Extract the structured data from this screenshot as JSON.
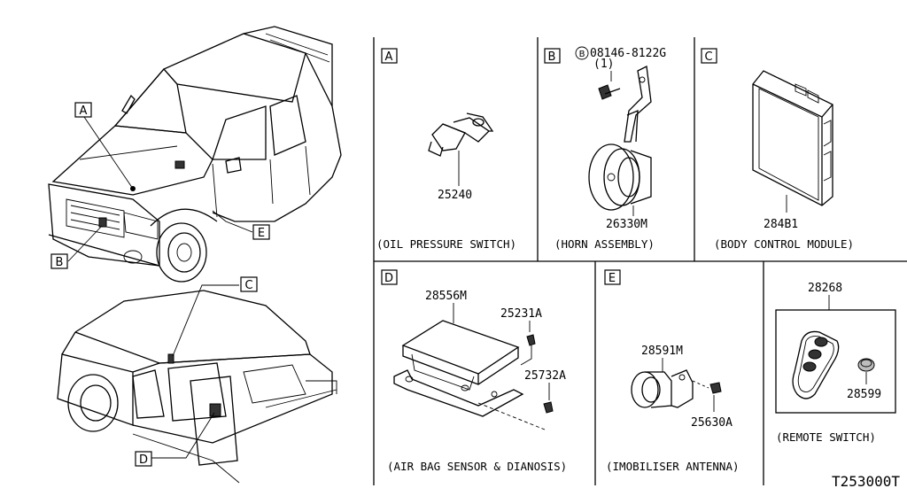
{
  "callouts": {
    "a": "A",
    "b": "B",
    "c": "C",
    "d": "D",
    "e": "E"
  },
  "panels": {
    "a": {
      "letter": "A",
      "part_number": "25240",
      "caption": "(OIL PRESSURE SWITCH)"
    },
    "b": {
      "letter": "B",
      "part_number": "26330M",
      "bolt_number": "08146-8122G",
      "bolt_qty": "(1)",
      "bolt_symbol": "B",
      "caption": "(HORN ASSEMBLY)"
    },
    "c": {
      "letter": "C",
      "part_number": "284B1",
      "caption": "(BODY CONTROL MODULE)"
    },
    "d": {
      "letter": "D",
      "part_main": "28556M",
      "part_bolt": "25231A",
      "part_bracket": "25732A",
      "caption": "(AIR BAG SENSOR & DIANOSIS)"
    },
    "e": {
      "letter": "E",
      "part_main": "28591M",
      "part_screw": "25630A",
      "caption": "(IMOBILISER ANTENNA)"
    },
    "f": {
      "part_main": "28268",
      "part_battery": "28599",
      "caption": "(REMOTE SWITCH)"
    }
  },
  "reference_code": "T253000T"
}
